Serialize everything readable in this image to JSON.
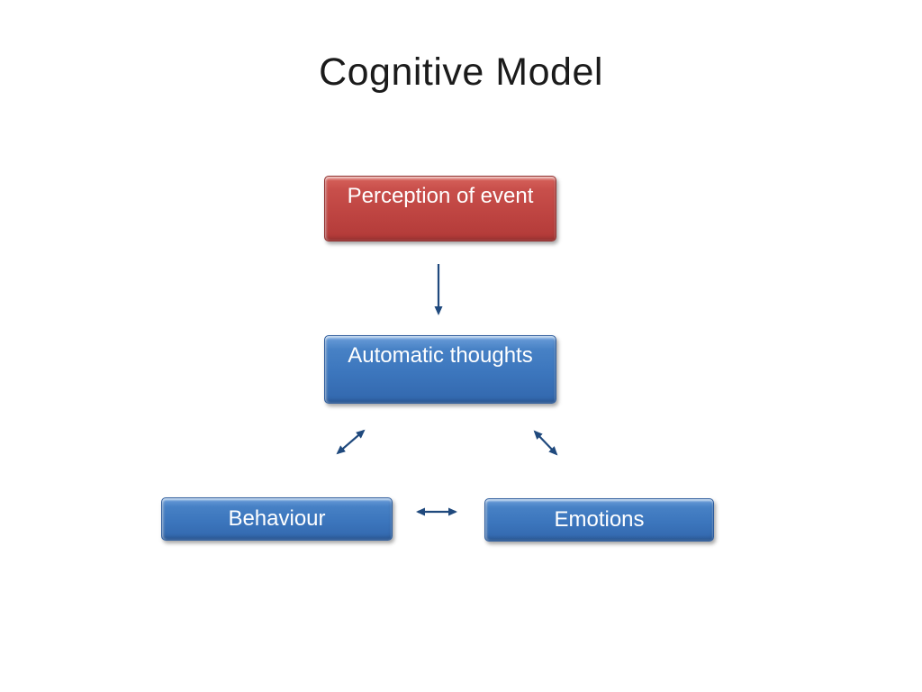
{
  "slide": {
    "title": "Cognitive Model",
    "nodes": [
      {
        "id": "perception",
        "label": "Perception of event",
        "color": "red"
      },
      {
        "id": "automatic",
        "label": "Automatic thoughts",
        "color": "blue"
      },
      {
        "id": "behaviour",
        "label": "Behaviour",
        "color": "blue"
      },
      {
        "id": "emotions",
        "label": "Emotions",
        "color": "blue"
      }
    ],
    "connectors": [
      {
        "from": "perception",
        "to": "automatic",
        "type": "single-arrow-down"
      },
      {
        "from": "automatic",
        "to": "behaviour",
        "type": "double-arrow"
      },
      {
        "from": "automatic",
        "to": "emotions",
        "type": "double-arrow"
      },
      {
        "from": "behaviour",
        "to": "emotions",
        "type": "double-arrow"
      }
    ],
    "colors": {
      "background": "#FFFFFF",
      "title_text": "#1B1B1B",
      "box_text": "#FFFFFF",
      "red_box": "#C0504D",
      "red_box_border": "#92302E",
      "blue_box": "#3C76BD",
      "blue_box_border": "#2D5C9C",
      "arrow": "#1F497D"
    }
  }
}
